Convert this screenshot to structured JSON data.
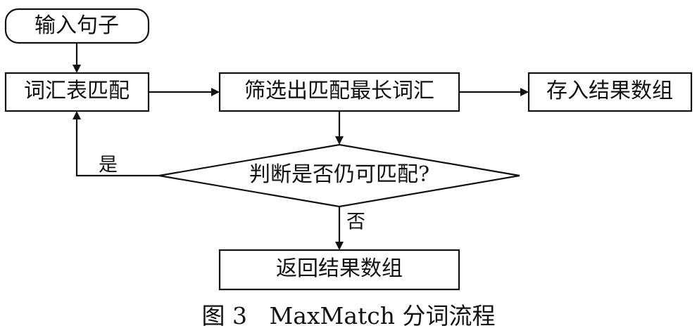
{
  "nodes": {
    "input_sentence": "输入句子",
    "dictionary_match": "词汇表匹配",
    "select_longest": "筛选出匹配最长词汇",
    "store_result": "存入结果数组",
    "decision": "判断是否仍可匹配?",
    "return_result": "返回结果数组"
  },
  "edges": {
    "yes_label": "是",
    "no_label": "否"
  },
  "caption": "图 3   MaxMatch 分词流程"
}
